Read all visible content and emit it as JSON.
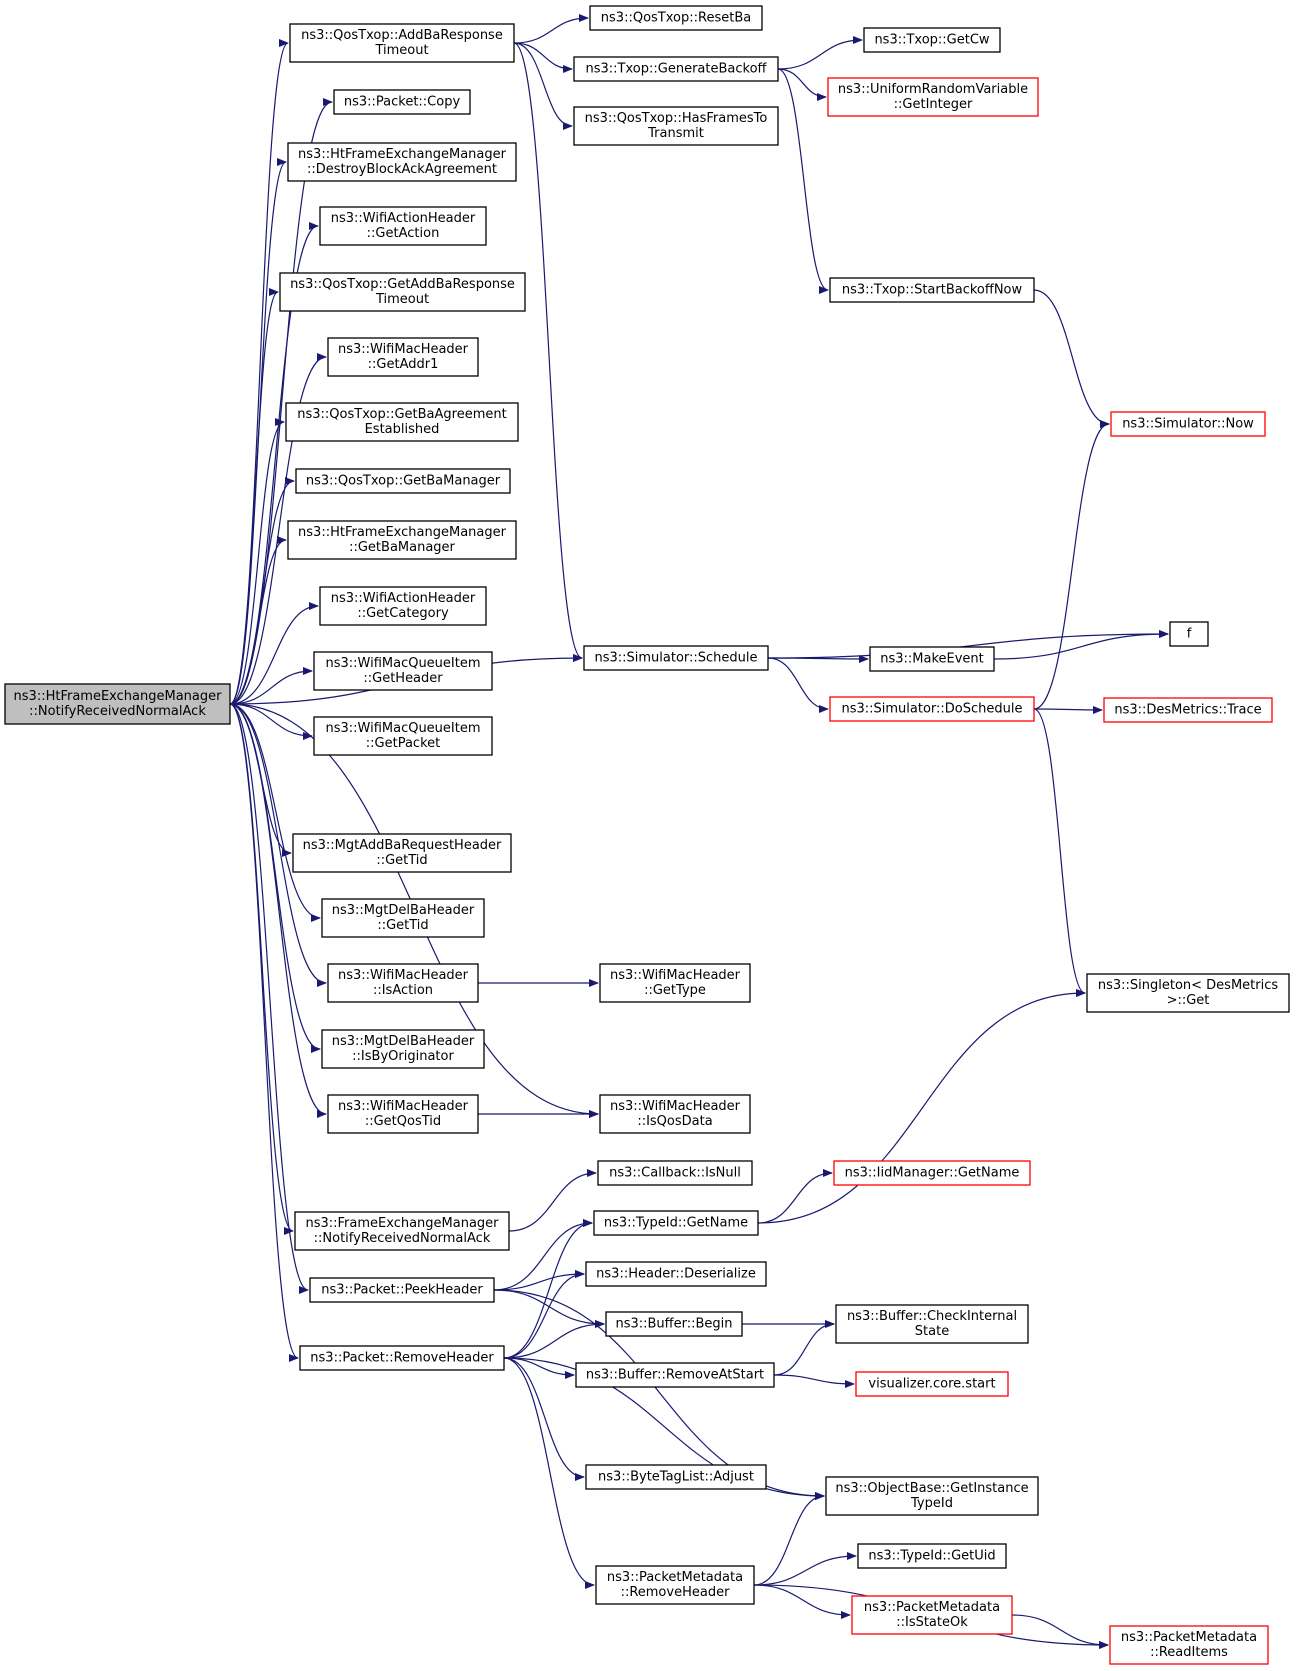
{
  "colors": {
    "edge": "#191970",
    "border_normal": "#000000",
    "border_truncated": "#ff0000",
    "root_fill": "#bfbfbf",
    "node_fill": "#ffffff"
  },
  "nodes": [
    {
      "id": "root",
      "lines": [
        "ns3::HtFrameExchangeManager",
        "::NotifyReceivedNormalAck"
      ],
      "style": "root"
    },
    {
      "id": "addba_resp_timeout",
      "lines": [
        "ns3::QosTxop::AddBaResponse",
        "Timeout"
      ],
      "style": "normal"
    },
    {
      "id": "packet_copy",
      "lines": [
        "ns3::Packet::Copy"
      ],
      "style": "normal"
    },
    {
      "id": "destroy_ba",
      "lines": [
        "ns3::HtFrameExchangeManager",
        "::DestroyBlockAckAgreement"
      ],
      "style": "normal"
    },
    {
      "id": "action_getaction",
      "lines": [
        "ns3::WifiActionHeader",
        "::GetAction"
      ],
      "style": "normal"
    },
    {
      "id": "get_addba_timeout",
      "lines": [
        "ns3::QosTxop::GetAddBaResponse",
        "Timeout"
      ],
      "style": "normal"
    },
    {
      "id": "getaddr1",
      "lines": [
        "ns3::WifiMacHeader",
        "::GetAddr1"
      ],
      "style": "normal"
    },
    {
      "id": "get_ba_established",
      "lines": [
        "ns3::QosTxop::GetBaAgreement",
        "Established"
      ],
      "style": "normal"
    },
    {
      "id": "qos_getbamanager",
      "lines": [
        "ns3::QosTxop::GetBaManager"
      ],
      "style": "normal"
    },
    {
      "id": "ht_getbamanager",
      "lines": [
        "ns3::HtFrameExchangeManager",
        "::GetBaManager"
      ],
      "style": "normal"
    },
    {
      "id": "getcategory",
      "lines": [
        "ns3::WifiActionHeader",
        "::GetCategory"
      ],
      "style": "normal"
    },
    {
      "id": "queue_getheader",
      "lines": [
        "ns3::WifiMacQueueItem",
        "::GetHeader"
      ],
      "style": "normal"
    },
    {
      "id": "queue_getpacket",
      "lines": [
        "ns3::WifiMacQueueItem",
        "::GetPacket"
      ],
      "style": "normal"
    },
    {
      "id": "addbareq_gettid",
      "lines": [
        "ns3::MgtAddBaRequestHeader",
        "::GetTid"
      ],
      "style": "normal"
    },
    {
      "id": "delba_gettid",
      "lines": [
        "ns3::MgtDelBaHeader",
        "::GetTid"
      ],
      "style": "normal"
    },
    {
      "id": "isaction",
      "lines": [
        "ns3::WifiMacHeader",
        "::IsAction"
      ],
      "style": "normal"
    },
    {
      "id": "isbyoriginator",
      "lines": [
        "ns3::MgtDelBaHeader",
        "::IsByOriginator"
      ],
      "style": "normal"
    },
    {
      "id": "getqostid",
      "lines": [
        "ns3::WifiMacHeader",
        "::GetQosTid"
      ],
      "style": "normal"
    },
    {
      "id": "fem_notify",
      "lines": [
        "ns3::FrameExchangeManager",
        "::NotifyReceivedNormalAck"
      ],
      "style": "normal"
    },
    {
      "id": "peekheader",
      "lines": [
        "ns3::Packet::PeekHeader"
      ],
      "style": "normal"
    },
    {
      "id": "removeheader",
      "lines": [
        "ns3::Packet::RemoveHeader"
      ],
      "style": "normal"
    },
    {
      "id": "resetba",
      "lines": [
        "ns3::QosTxop::ResetBa"
      ],
      "style": "normal"
    },
    {
      "id": "genbackoff",
      "lines": [
        "ns3::Txop::GenerateBackoff"
      ],
      "style": "normal"
    },
    {
      "id": "hasframes",
      "lines": [
        "ns3::QosTxop::HasFramesTo",
        "Transmit"
      ],
      "style": "normal"
    },
    {
      "id": "schedule",
      "lines": [
        "ns3::Simulator::Schedule"
      ],
      "style": "normal"
    },
    {
      "id": "gettype",
      "lines": [
        "ns3::WifiMacHeader",
        "::GetType"
      ],
      "style": "normal"
    },
    {
      "id": "isqosdata",
      "lines": [
        "ns3::WifiMacHeader",
        "::IsQosData"
      ],
      "style": "normal"
    },
    {
      "id": "isnull",
      "lines": [
        "ns3::Callback::IsNull"
      ],
      "style": "normal"
    },
    {
      "id": "typeid_getname",
      "lines": [
        "ns3::TypeId::GetName"
      ],
      "style": "normal"
    },
    {
      "id": "deserialize",
      "lines": [
        "ns3::Header::Deserialize"
      ],
      "style": "normal"
    },
    {
      "id": "buffer_begin",
      "lines": [
        "ns3::Buffer::Begin"
      ],
      "style": "normal"
    },
    {
      "id": "removeatstart",
      "lines": [
        "ns3::Buffer::RemoveAtStart"
      ],
      "style": "normal"
    },
    {
      "id": "adjust",
      "lines": [
        "ns3::ByteTagList::Adjust"
      ],
      "style": "normal"
    },
    {
      "id": "pm_removeheader",
      "lines": [
        "ns3::PacketMetadata",
        "::RemoveHeader"
      ],
      "style": "normal"
    },
    {
      "id": "getcw",
      "lines": [
        "ns3::Txop::GetCw"
      ],
      "style": "normal"
    },
    {
      "id": "getinteger",
      "lines": [
        "ns3::UniformRandomVariable",
        "::GetInteger"
      ],
      "style": "truncated"
    },
    {
      "id": "startbackoff",
      "lines": [
        "ns3::Txop::StartBackoffNow"
      ],
      "style": "normal"
    },
    {
      "id": "makeevent",
      "lines": [
        "ns3::MakeEvent"
      ],
      "style": "normal"
    },
    {
      "id": "doschedule",
      "lines": [
        "ns3::Simulator::DoSchedule"
      ],
      "style": "truncated"
    },
    {
      "id": "iid_getname",
      "lines": [
        "ns3::IidManager::GetName"
      ],
      "style": "truncated"
    },
    {
      "id": "checkinternal",
      "lines": [
        "ns3::Buffer::CheckInternal",
        "State"
      ],
      "style": "normal"
    },
    {
      "id": "viz_start",
      "lines": [
        "visualizer.core.start"
      ],
      "style": "truncated"
    },
    {
      "id": "getinstancetypeid",
      "lines": [
        "ns3::ObjectBase::GetInstance",
        "TypeId"
      ],
      "style": "normal"
    },
    {
      "id": "getuid",
      "lines": [
        "ns3::TypeId::GetUid"
      ],
      "style": "normal"
    },
    {
      "id": "isstateok",
      "lines": [
        "ns3::PacketMetadata",
        "::IsStateOk"
      ],
      "style": "truncated"
    },
    {
      "id": "sim_now",
      "lines": [
        "ns3::Simulator::Now"
      ],
      "style": "truncated"
    },
    {
      "id": "f",
      "lines": [
        "f"
      ],
      "style": "normal"
    },
    {
      "id": "trace",
      "lines": [
        "ns3::DesMetrics::Trace"
      ],
      "style": "truncated"
    },
    {
      "id": "singleton_get",
      "lines": [
        "ns3::Singleton< DesMetrics",
        ">::Get"
      ],
      "style": "normal"
    },
    {
      "id": "readitems",
      "lines": [
        "ns3::PacketMetadata",
        "::ReadItems"
      ],
      "style": "truncated"
    }
  ],
  "edges": [
    [
      "root",
      "addba_resp_timeout"
    ],
    [
      "root",
      "packet_copy"
    ],
    [
      "root",
      "destroy_ba"
    ],
    [
      "root",
      "action_getaction"
    ],
    [
      "root",
      "get_addba_timeout"
    ],
    [
      "root",
      "getaddr1"
    ],
    [
      "root",
      "get_ba_established"
    ],
    [
      "root",
      "qos_getbamanager"
    ],
    [
      "root",
      "ht_getbamanager"
    ],
    [
      "root",
      "getcategory"
    ],
    [
      "root",
      "queue_getheader"
    ],
    [
      "root",
      "queue_getpacket"
    ],
    [
      "root",
      "schedule"
    ],
    [
      "root",
      "addbareq_gettid"
    ],
    [
      "root",
      "delba_gettid"
    ],
    [
      "root",
      "isaction"
    ],
    [
      "root",
      "isbyoriginator"
    ],
    [
      "root",
      "getqostid"
    ],
    [
      "root",
      "isqosdata"
    ],
    [
      "root",
      "fem_notify"
    ],
    [
      "root",
      "peekheader"
    ],
    [
      "root",
      "removeheader"
    ],
    [
      "addba_resp_timeout",
      "resetba"
    ],
    [
      "addba_resp_timeout",
      "genbackoff"
    ],
    [
      "addba_resp_timeout",
      "hasframes"
    ],
    [
      "addba_resp_timeout",
      "schedule"
    ],
    [
      "genbackoff",
      "getcw"
    ],
    [
      "genbackoff",
      "getinteger"
    ],
    [
      "genbackoff",
      "startbackoff"
    ],
    [
      "startbackoff",
      "sim_now"
    ],
    [
      "schedule",
      "f"
    ],
    [
      "schedule",
      "makeevent"
    ],
    [
      "schedule",
      "doschedule"
    ],
    [
      "makeevent",
      "f"
    ],
    [
      "doschedule",
      "sim_now"
    ],
    [
      "doschedule",
      "trace"
    ],
    [
      "doschedule",
      "singleton_get"
    ],
    [
      "isaction",
      "gettype"
    ],
    [
      "getqostid",
      "isqosdata"
    ],
    [
      "fem_notify",
      "isnull"
    ],
    [
      "typeid_getname",
      "iid_getname"
    ],
    [
      "typeid_getname",
      "singleton_get"
    ],
    [
      "peekheader",
      "typeid_getname"
    ],
    [
      "peekheader",
      "deserialize"
    ],
    [
      "peekheader",
      "buffer_begin"
    ],
    [
      "peekheader",
      "getinstancetypeid"
    ],
    [
      "removeheader",
      "typeid_getname"
    ],
    [
      "removeheader",
      "deserialize"
    ],
    [
      "removeheader",
      "buffer_begin"
    ],
    [
      "removeheader",
      "removeatstart"
    ],
    [
      "removeheader",
      "adjust"
    ],
    [
      "removeheader",
      "getinstancetypeid"
    ],
    [
      "removeheader",
      "pm_removeheader"
    ],
    [
      "buffer_begin",
      "checkinternal"
    ],
    [
      "removeatstart",
      "checkinternal"
    ],
    [
      "removeatstart",
      "viz_start"
    ],
    [
      "pm_removeheader",
      "getinstancetypeid"
    ],
    [
      "pm_removeheader",
      "getuid"
    ],
    [
      "pm_removeheader",
      "isstateok"
    ],
    [
      "pm_removeheader",
      "readitems"
    ],
    [
      "isstateok",
      "readitems"
    ]
  ]
}
